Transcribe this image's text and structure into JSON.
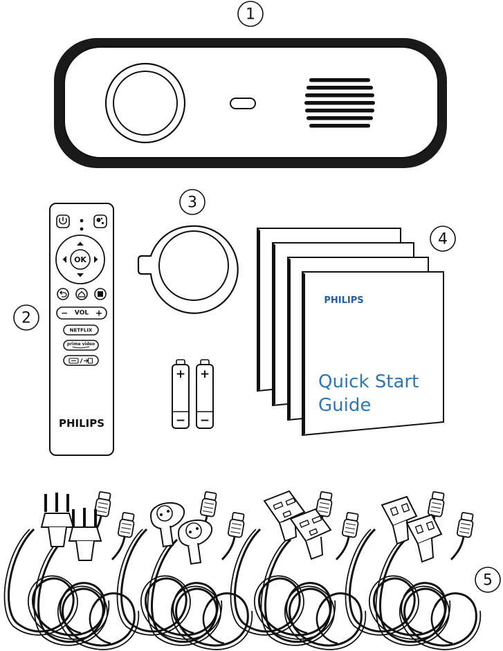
{
  "callouts": {
    "projector": "1",
    "remote": "2",
    "lens_cap": "3",
    "documents": "4",
    "power_cords": "5"
  },
  "remote": {
    "ok_label": "OK",
    "vol_label": "VOL",
    "vol_minus": "−",
    "vol_plus": "+",
    "netflix_label": "NETFLIX",
    "prime_label": "prime video",
    "brand": "PHILIPS",
    "icons": [
      "power-icon",
      "assistant-icon",
      "arrow-up-icon",
      "arrow-down-icon",
      "arrow-left-icon",
      "arrow-right-icon",
      "back-icon",
      "home-icon",
      "stop-icon",
      "source-icon"
    ]
  },
  "batteries": {
    "plus": "+",
    "minus": "−"
  },
  "booklet": {
    "brand": "PHILIPS",
    "title_line1": "Quick Start",
    "title_line2": "Guide",
    "brand_color": "#1a5fb4",
    "title_color": "#2a78b8"
  }
}
